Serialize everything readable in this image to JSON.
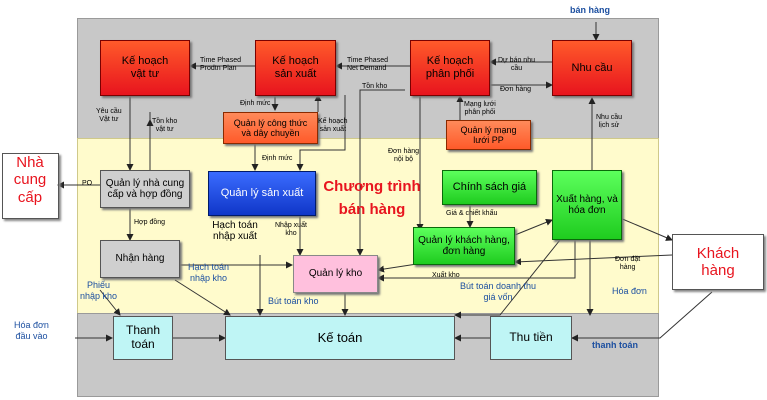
{
  "colors": {
    "top_band": "#c8c8c8",
    "mid_band": "#fffbcc",
    "node_red": "#e8141e",
    "node_green": "#1fcc1f",
    "node_blue": "#1036c8",
    "node_pink": "#ffc0dd",
    "node_cyan": "#bff5f5",
    "label_blue": "#1c4fa0"
  },
  "title": {
    "line1": "Chương trình",
    "line2": "bán hàng"
  },
  "external": {
    "supplier": {
      "line1": "Nhà",
      "line2": "cung",
      "line3": "cấp"
    },
    "customer": {
      "line1": "Khách",
      "line2": "hàng"
    },
    "top_input": "bán hàng",
    "invoice_in": {
      "line1": "Hóa đơn",
      "line2": "đầu vào"
    }
  },
  "nodes": {
    "material_plan": {
      "line1": "Kế hoạch",
      "line2": "vật tư"
    },
    "production_plan": {
      "line1": "Kế hoạch",
      "line2": "sản xuất"
    },
    "distribution_plan": {
      "line1": "Kế hoạch",
      "line2": "phân phối"
    },
    "demand": "Nhu cầu",
    "formula_mgmt": {
      "line1": "Quản lý công thức",
      "line2": "và dây chuyền"
    },
    "network_mgmt": {
      "line1": "Quản lý mạng",
      "line2": "lưới PP"
    },
    "supplier_mgmt": {
      "line1": "Quản lý nhà cung",
      "line2": "cấp và hợp đồng"
    },
    "production_mgmt": "Quản lý sản xuất",
    "price_policy": "Chính sách giá",
    "customer_mgmt": {
      "line1": "Quản lý khách hàng,",
      "line2": "đơn hàng"
    },
    "shipping": {
      "line1": "Xuất hàng, và",
      "line2": "hóa đơn"
    },
    "receiving": "Nhận hàng",
    "warehouse": "Quản lý kho",
    "payment": {
      "line1": "Thanh",
      "line2": "toán"
    },
    "accounting": "Kế toán",
    "collection": "Thu tiền"
  },
  "labels": {
    "time_phased_prodtn": {
      "line1": "Time Phased",
      "line2": "Prodtn Plan"
    },
    "time_phased_net": {
      "line1": "Time Phased",
      "line2": "Net Demand"
    },
    "forecast": {
      "line1": "Dự báo nhu",
      "line2": "cầu"
    },
    "orders_top": "Đơn hàng",
    "material_req": {
      "line1": "Yêu cầu",
      "line2": "Vật tư"
    },
    "stock_mat": {
      "line1": "Tồn kho",
      "line2": "vật tư"
    },
    "norm1": "Định mức",
    "prod_plan_small": {
      "line1": "Kế hoạch",
      "line2": "sản xuất"
    },
    "stock": "Tồn kho",
    "network": {
      "line1": "Mạng lưới",
      "line2": "phân phối"
    },
    "history": {
      "line1": "Nhu cầu",
      "line2": "lịch sử"
    },
    "norm2": "Định mức",
    "internal_orders": {
      "line1": "Đơn hàng",
      "line2": "nội bộ"
    },
    "po": "PO",
    "contract": "Hợp đồng",
    "price_discount": "Giá & chiết khấu",
    "order_in": {
      "line1": "Đơn đặt",
      "line2": "hàng"
    },
    "production_accounting": {
      "line1": "Hạch toán",
      "line2": "nhập xuất"
    },
    "prod_in_out": {
      "line1": "Nhập xuất",
      "line2": "kho"
    },
    "stock_out": "Xuất kho",
    "accounting_entry": {
      "line1": "Hạch toán",
      "line2": "nhập kho"
    },
    "receipt": {
      "line1": "Phiếu",
      "line2": "nhập kho"
    },
    "stock_entry": "Bút toán kho",
    "revenue_entry": {
      "line1": "Bút toán doanh thu",
      "line2": "giá vốn"
    },
    "invoice": "Hóa đơn",
    "payment_out": "thanh toán"
  }
}
